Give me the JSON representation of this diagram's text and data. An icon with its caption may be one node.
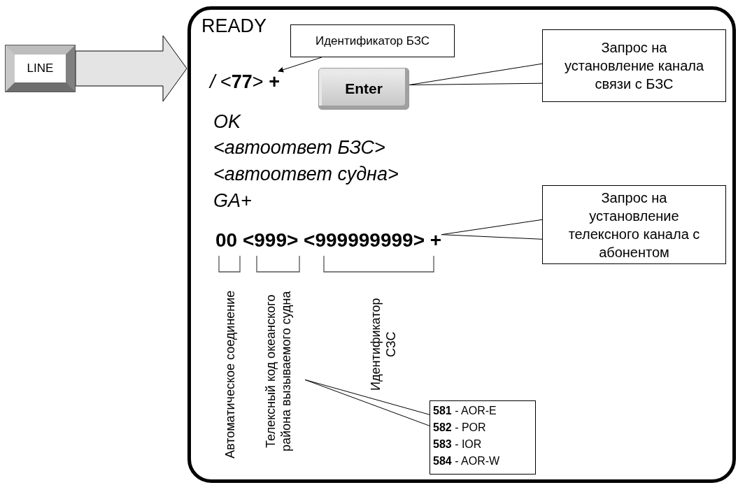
{
  "diagram": {
    "nodes": [
      {
        "text": [
          "LINE"
        ]
      },
      {
        "text": [
          "READY"
        ]
      },
      {
        "text": [
          "Идентификатор БЗС"
        ],
        "in": 1
      },
      {
        "text": [
          "*/* <**77**> **+**"
        ],
        "in": 1
      },
      {
        "text": [
          "Enter"
        ],
        "in": 1
      },
      {
        "text": [
          "Запрос на установление канала связи с БЗС"
        ],
        "in": 1
      },
      {
        "text": [
          "00 <999> <999999999> +"
        ],
        "in": 1
      },
      {
        "text": [
          "Запрос на установление телексного канала  с абонентом"
        ],
        "in": 1
      },
      {
        "text": [
          "Телексный код океанского района вызываемого судна"
        ],
        "in": 1
      },
      {
        "text": [
          "**581** - AOR-E",
          "**582** - POR",
          "**583** - IOR",
          "**584** - AOR-W"
        ],
        "in": 1
      }
    ],
    "edges": [
      {
        "from": 0,
        "to": 1,
        "arrow": "to"
      },
      {
        "from": 2,
        "to": 3,
        "arrow": "to"
      },
      {
        "from": 5,
        "to": 4,
        "arrow": "none"
      },
      {
        "from": 7,
        "to": 6,
        "arrow": "none"
      },
      {
        "from": 8,
        "to": 9,
        "arrow": "none"
      }
    ],
    "labels": [
      "OK",
      "<автоответ БЗС>",
      "<автоответ судна>",
      "GA+",
      "Автоматическое соединение",
      "Идентификатор СЗС"
    ]
  }
}
